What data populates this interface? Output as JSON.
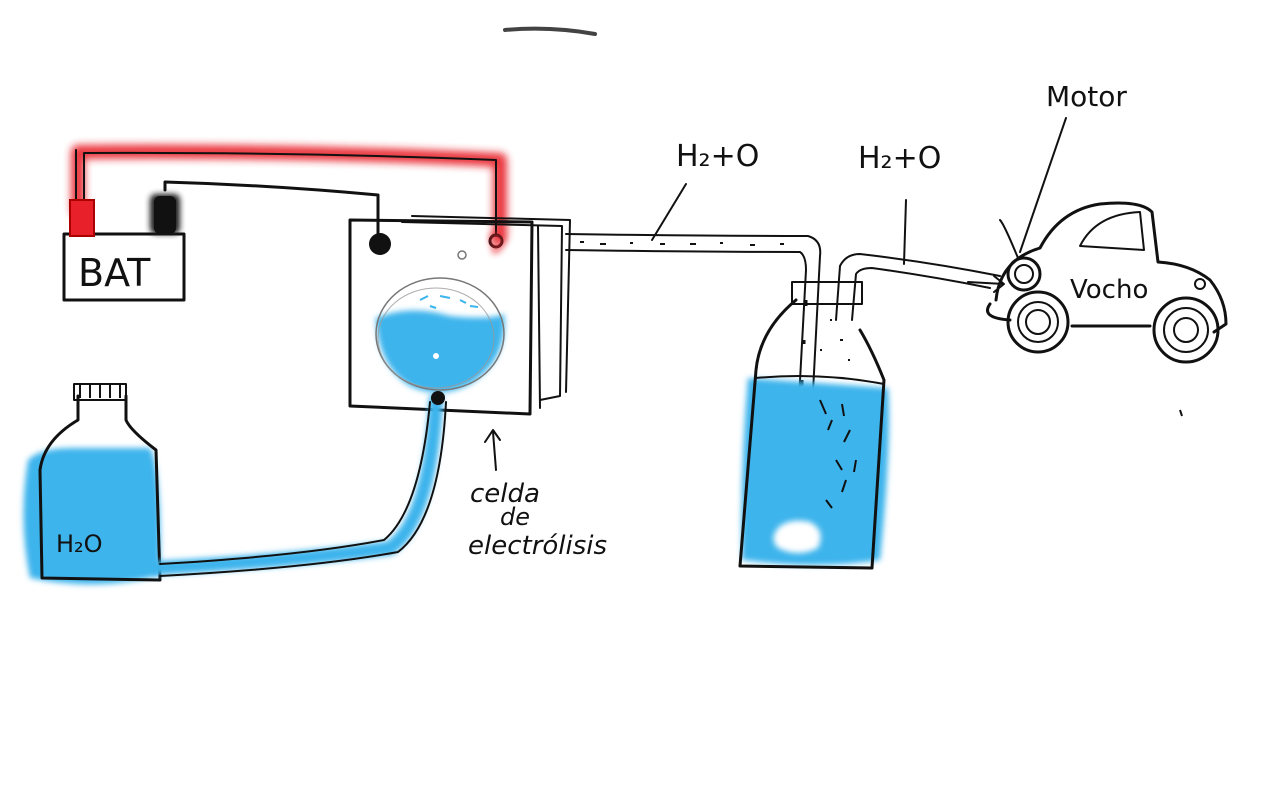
{
  "labels": {
    "battery": "BAT",
    "water_bottle": "H₂O",
    "gas_tube": "H₂+O",
    "gas_intake": "H₂+O",
    "cell_line1": "celda",
    "cell_line2": "de",
    "cell_line3": "electrólisis",
    "motor": "Motor",
    "car": "Vocho"
  },
  "colors": {
    "water": "#3cb4ec",
    "positive_wire": "#e8202a",
    "ink": "#111111",
    "background": "#ffffff"
  }
}
